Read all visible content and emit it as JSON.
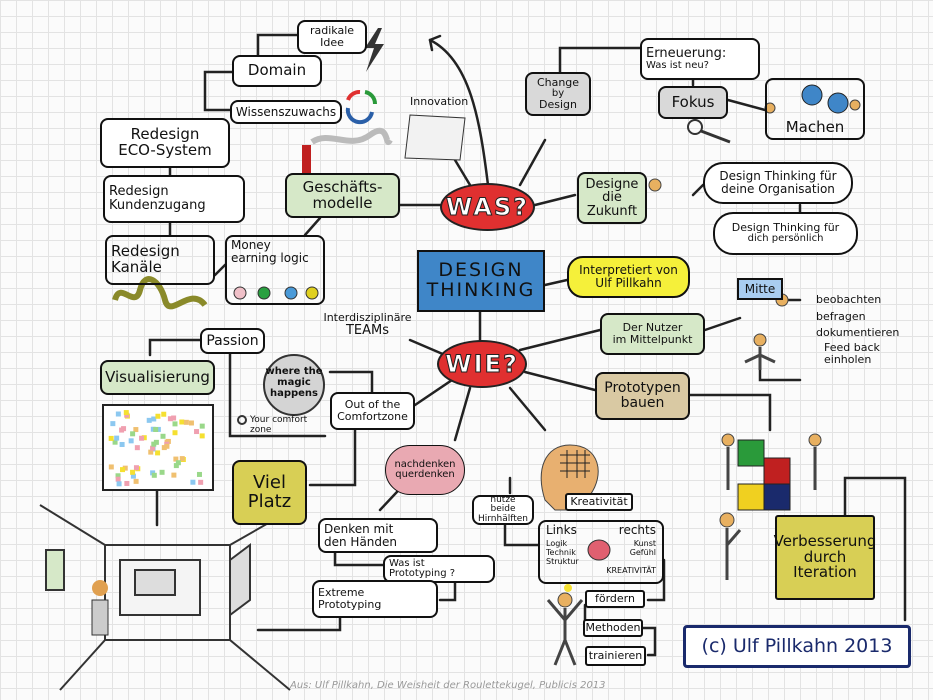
{
  "center": {
    "line1": "DESIGN",
    "line2": "THINKING"
  },
  "was": "WAS?",
  "wie": "WIE?",
  "interpret": {
    "line1": "Interpretiert von",
    "line2": "Ulf Pillkahn"
  },
  "was_branch": {
    "radikale_idee": {
      "line1": "radikale",
      "line2": "Idee"
    },
    "domain": "Domain",
    "wissenszuwachs": "Wissenszuwachs",
    "innovation": "Innovation",
    "geschaeftsmodelle": {
      "line1": "Geschäfts-",
      "line2": "modelle"
    },
    "redesign_eco": {
      "line1": "Redesign",
      "line2": "ECO-System"
    },
    "redesign_kunden": {
      "line1": "Redesign",
      "line2": "Kundenzugang"
    },
    "redesign_kanaele": {
      "line1": "Redesign",
      "line2": "Kanäle"
    },
    "money": {
      "line1": "Money",
      "line2": "earning logic"
    },
    "change": {
      "line1": "Change",
      "line2": "by",
      "line3": "Design"
    },
    "erneuerung": {
      "line1": "Erneuerung:",
      "line2": "Was ist neu?"
    },
    "fokus": "Fokus",
    "machen": "Machen",
    "zukunft": {
      "line1": "Designe die",
      "line2": "Zukunft"
    },
    "dt_org": {
      "line1": "Design Thinking für",
      "line2": "deine Organisation"
    },
    "dt_pers": {
      "line1": "Design Thinking für",
      "line2": "dich persönlich"
    }
  },
  "wie_branch": {
    "teams": {
      "line1": "Interdisziplinäre",
      "line2": "TEAMs"
    },
    "passion": "Passion",
    "visualisierung": "Visualisierung",
    "magic": {
      "line1": "where the",
      "line2": "magic",
      "line3": "happens"
    },
    "comfort": "Your comfort zone",
    "out_comfort": {
      "line1": "Out of the",
      "line2": "Comfortzone"
    },
    "viel_platz": {
      "line1": "Viel",
      "line2": "Platz"
    },
    "nachdenken": "nachdenken",
    "querdenken": "querdenken",
    "denken_haende": {
      "line1": "Denken mit",
      "line2": "den Händen"
    },
    "was_prototyping": {
      "line1": "Was ist",
      "line2": "Prototyping ?"
    },
    "extreme": {
      "line1": "Extreme",
      "line2": "Prototyping"
    },
    "kreativitaet": "Kreativität",
    "hirnhaelften": {
      "line1": "nutze beide",
      "line2": "Hirnhälften"
    },
    "links": "Links",
    "rechts": "rechts",
    "links_items": [
      "Logik",
      "Technik",
      "Struktur"
    ],
    "rechts_items": [
      "Kunst",
      "Gefühl",
      "KREATIVITÄT"
    ],
    "foerdern": "fördern",
    "methoden": "Methoden",
    "trainieren": "trainieren",
    "nutzer": {
      "line1": "Der Nutzer",
      "line2": "im Mittelpunkt"
    },
    "mitte": "Mitte",
    "beobachten": "beobachten",
    "befragen": "befragen",
    "dokumentieren": "dokumentieren",
    "feedback": {
      "line1": "Feed back",
      "line2": "einholen"
    },
    "prototypen": {
      "line1": "Prototypen",
      "line2": "bauen"
    },
    "verbesserung": {
      "line1": "Verbesserung",
      "line2": "durch",
      "line3": "Iteration"
    }
  },
  "copyright": "(c) Ulf Pillkahn 2013",
  "footer": "Aus: Ulf Pillkahn, Die Weisheit der Roulettekugel, Publicis 2013",
  "colors": {
    "red": "#e03030",
    "blue": "#3f86c8",
    "green": "#d6e8c8",
    "yellow": "#f5f03a",
    "navy": "#1a2a6c"
  }
}
